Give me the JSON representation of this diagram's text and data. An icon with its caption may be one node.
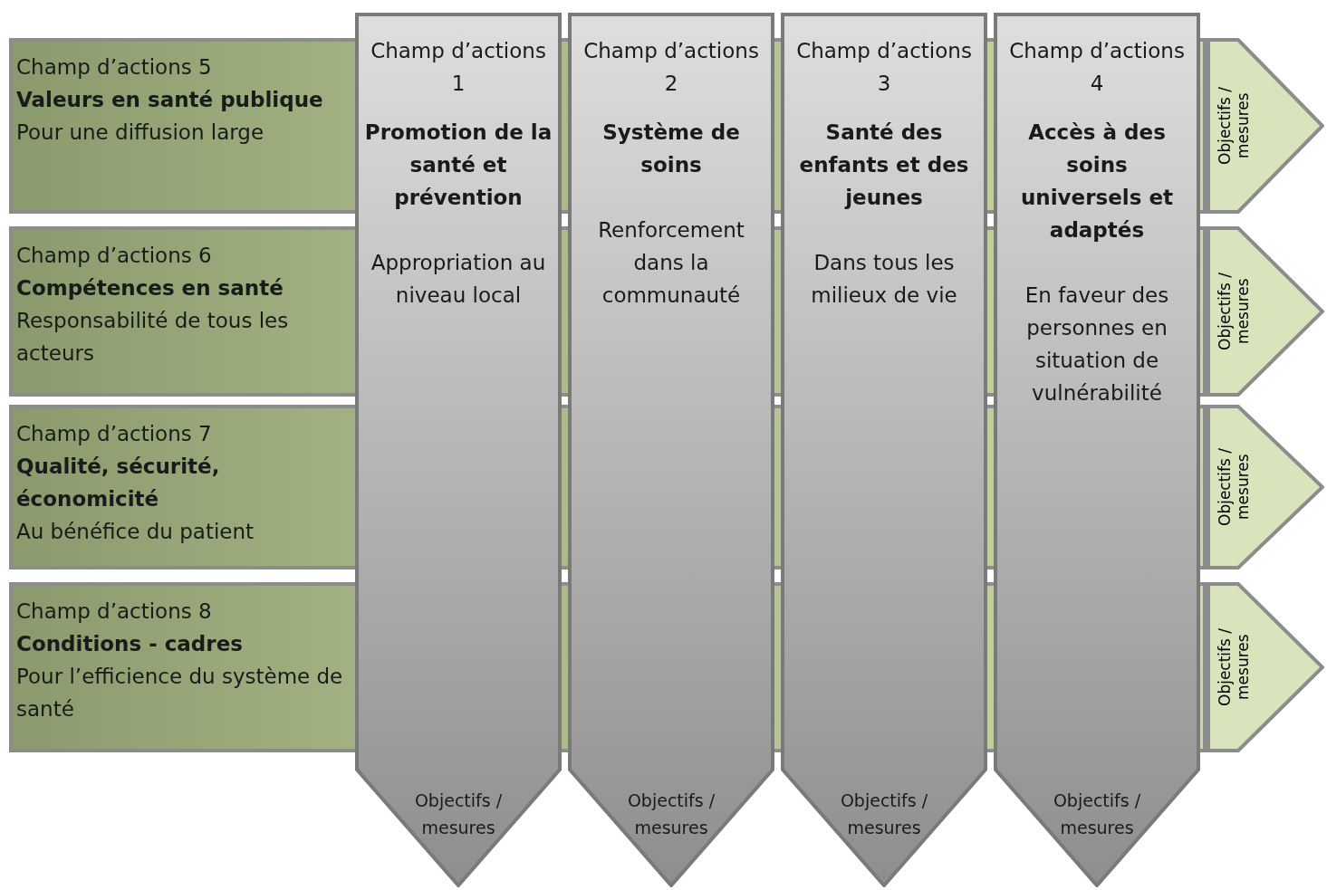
{
  "diagram": {
    "nodes": [
      {
        "text": [
          "Champ d’actions 5",
          "Valeurs en santé publique",
          "Pour une diffusion large"
        ]
      },
      {
        "text": [
          "Champ d’actions 1",
          "Promotion de la santé et prévention",
          "Appropriation au niveau local",
          "Objectifs / mesures"
        ]
      },
      {
        "text": [
          "Champ d’actions 2",
          "Système de soins",
          "Renforcement dans la communauté",
          "Objectifs / mesures"
        ]
      },
      {
        "text": [
          "Champ d’actions 3",
          "Santé des enfants et des jeunes",
          "Dans tous les milieux de vie",
          "Objectifs / mesures"
        ]
      },
      {
        "text": [
          "Champ d’actions 4",
          "Accès à des soins universels et adaptés",
          "En faveur des personnes en situation de vulnérabilité",
          "Objectifs / mesures"
        ]
      },
      {
        "text": [
          "Objectifs / mesures"
        ]
      },
      {
        "text": [
          "Champ d’actions 6",
          "Compétences en santé",
          "Responsabilité de tous les acteurs"
        ]
      },
      {
        "text": [
          "Objectifs / mesures"
        ]
      },
      {
        "text": [
          "Champ d’actions 7",
          "Qualité, sécurité, économicité",
          "Au bénéfice du patient"
        ]
      },
      {
        "text": [
          "Objectifs / mesures"
        ]
      },
      {
        "text": [
          "Champ d’actions 8",
          "Conditions - cadres",
          "Pour l’efficience du système de santé"
        ]
      },
      {
        "text": [
          "Objectifs / mesures"
        ]
      }
    ]
  }
}
